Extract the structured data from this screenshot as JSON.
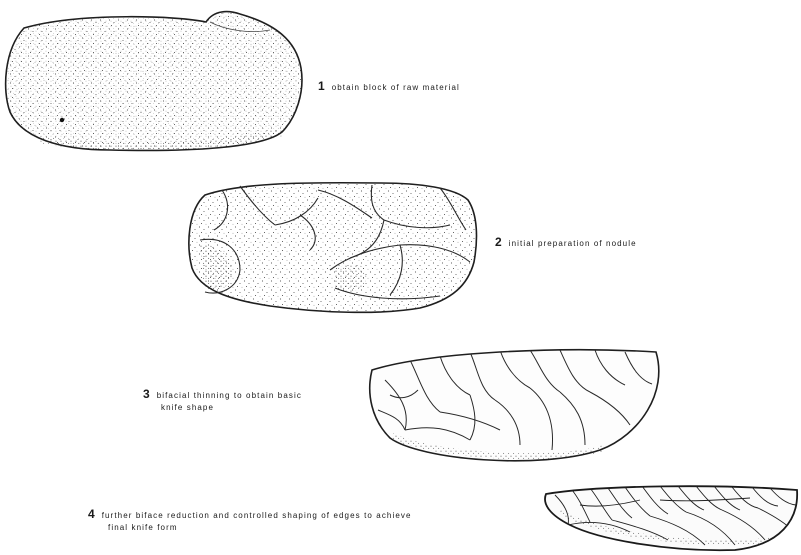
{
  "stages": [
    {
      "number": "1",
      "text": "obtain block of raw material",
      "text2": ""
    },
    {
      "number": "2",
      "text": "initial preparation of nodule",
      "text2": ""
    },
    {
      "number": "3",
      "text": "bifacial thinning to obtain basic",
      "text2": "knife shape"
    },
    {
      "number": "4",
      "text": "further biface reduction and controlled shaping of edges to achieve",
      "text2": "final knife form"
    }
  ]
}
